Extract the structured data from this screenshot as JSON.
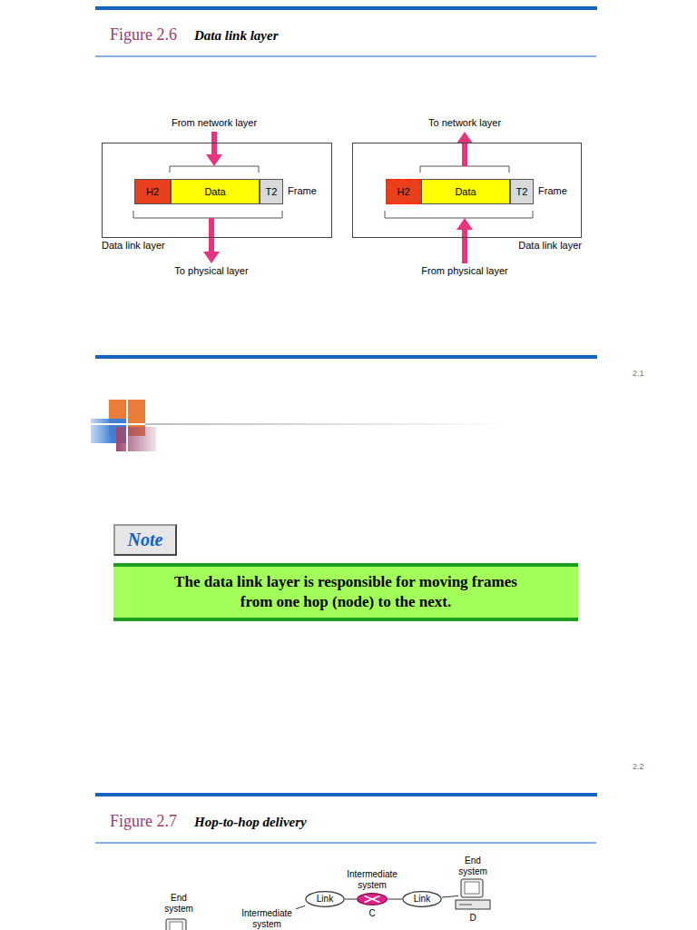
{
  "diagram": {
    "nodes": [
      {
        "text": [
          "Data link layer"
        ]
      },
      {
        "text": [
          "H2"
        ],
        "in": 0
      },
      {
        "text": [
          "Data"
        ],
        "in": 0
      },
      {
        "text": [
          "T2"
        ],
        "in": 0
      },
      {
        "text": [
          "Data link layer"
        ]
      },
      {
        "text": [
          "H2"
        ],
        "in": 4
      },
      {
        "text": [
          "Data"
        ],
        "in": 4
      },
      {
        "text": [
          "T2"
        ],
        "in": 4
      },
      {
        "text": [
          "Note"
        ]
      },
      {
        "text": [
          "The data link layer is responsible for moving frames from one hop (node) to the next."
        ]
      },
      {
        "text": [
          "End system"
        ]
      },
      {
        "text": [
          "Intermediate system"
        ]
      },
      {
        "text": [
          "Link"
        ]
      },
      {
        "text": [
          "Intermediate system",
          "C"
        ]
      },
      {
        "text": [
          "Link"
        ]
      },
      {
        "text": [
          "End system",
          "D"
        ]
      }
    ],
    "edges": [
      {
        "from": 11,
        "to": 12,
        "arrow": "none"
      },
      {
        "from": 12,
        "to": 13,
        "arrow": "none"
      },
      {
        "from": 13,
        "to": 14,
        "arrow": "none"
      },
      {
        "from": 14,
        "to": 15,
        "arrow": "none"
      }
    ],
    "labels": [
      "Figure 2.6",
      "Data link layer",
      "From network layer",
      "To network layer",
      "Frame",
      "Frame",
      "To physical layer",
      "From physical layer",
      "2.1",
      "2.2",
      "Figure 2.7",
      "Hop-to-hop delivery"
    ]
  }
}
